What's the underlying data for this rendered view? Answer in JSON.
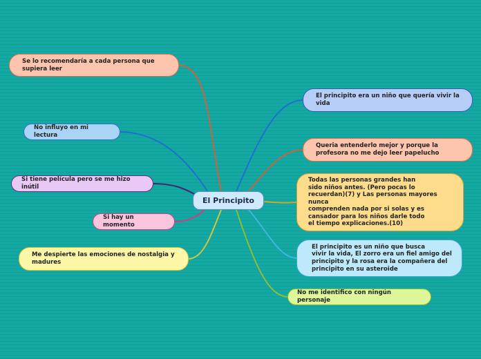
{
  "central": {
    "label": "El Principito"
  },
  "nodes": [
    {
      "id": "recomendaria",
      "label": "Se lo recomendaría a cada persona que\nsupiera leer",
      "fill": "#fdc4ae",
      "border": "#e0734f",
      "line": "#c9643e"
    },
    {
      "id": "no-influyo",
      "label": "No influyo en mi lectura",
      "fill": "#a9d4f6",
      "border": "#2b72c6",
      "line": "#1f6fcf"
    },
    {
      "id": "pelicula",
      "label": "Si tiene película pero se me hizo inútil",
      "fill": "#e9c8f6",
      "border": "#5b3480",
      "line": "#3c2a6e"
    },
    {
      "id": "momento",
      "label": "Si hay un momento",
      "fill": "#fbc6dd",
      "border": "#d63c86",
      "line": "#d33c86"
    },
    {
      "id": "nostalgia",
      "label": "Me despierte las emociones de nostalgia y\nmadures",
      "fill": "#fdf7a8",
      "border": "#d9c53a",
      "line": "#d8c43a"
    },
    {
      "id": "nino-vivir",
      "label": "El principito era un niño que quería vivir la\nvida",
      "fill": "#b6cdf8",
      "border": "#2d5fb8",
      "line": "#1f6fcf"
    },
    {
      "id": "entenderlo",
      "label": "Queria entenderlo mejor y porque la\nprofesora no me dejo leer papelucho",
      "fill": "#fdc4ae",
      "border": "#e0734f",
      "line": "#c9643e"
    },
    {
      "id": "personas-grandes",
      "label": "Todas las personas grandes han\nsido niños antes. (Pero pocas lo\nrecuerdan)(7) y Las personas mayores\nnunca\ncomprenden nada por si solas y es\ncansador para los niños darle todo\nel tiempo explicaciones.(10)",
      "fill": "#fddc8c",
      "border": "#d9a72f",
      "line": "#d4a52a"
    },
    {
      "id": "zorro",
      "label": "El principito es un niño que busca\nvivir la vida, El zorro era un fiel amigo del\nprincipito y la rosa era la compañera del\nprincipito en su asteroide",
      "fill": "#bde9fb",
      "border": "#3fa8d6",
      "line": "#3eb6e0"
    },
    {
      "id": "identifico",
      "label": "No me identifico con ningún personaje",
      "fill": "#ddf79a",
      "border": "#8bbf2c",
      "line": "#8bc034"
    }
  ]
}
